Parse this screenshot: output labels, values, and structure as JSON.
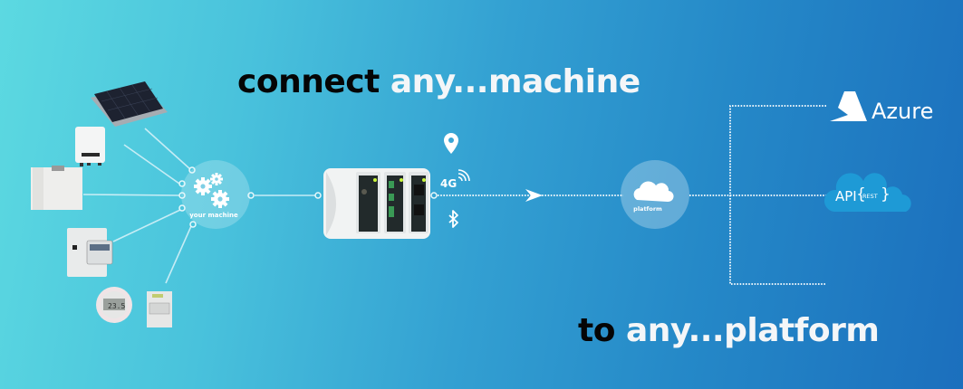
{
  "headline_top": {
    "prefix": "connect",
    "highlight": "any...machine"
  },
  "headline_bottom": {
    "prefix": "to",
    "highlight": "any...platform"
  },
  "hub": {
    "label": "your machine",
    "icon": "gears-icon"
  },
  "gateway": {
    "name": "gateway-device",
    "connectivity": {
      "network_label": "4G",
      "icons": [
        "location-pin-icon",
        "signal-icon",
        "bluetooth-icon"
      ]
    }
  },
  "platform": {
    "label": "platform",
    "icon": "cloud-icon"
  },
  "targets": {
    "azure": {
      "label": "Azure",
      "icon": "azure-logo-icon"
    },
    "api": {
      "label": "API",
      "badge": "REST",
      "open_brace": "{",
      "close_brace": "}",
      "icon": "cloud-icon"
    }
  },
  "devices": [
    "solar-panel",
    "inverter",
    "heat-pump-unit",
    "energy-meter",
    "thermostat",
    "smart-meter"
  ],
  "thermostat_display": "23.5",
  "colors": {
    "gradient_start": "#5cd9e1",
    "gradient_end": "#1b6fbd",
    "headline_dark": "#050505",
    "headline_light": "#f4f6f8",
    "api_cloud": "#1e9ad6",
    "device_led": "#c8f53a"
  }
}
